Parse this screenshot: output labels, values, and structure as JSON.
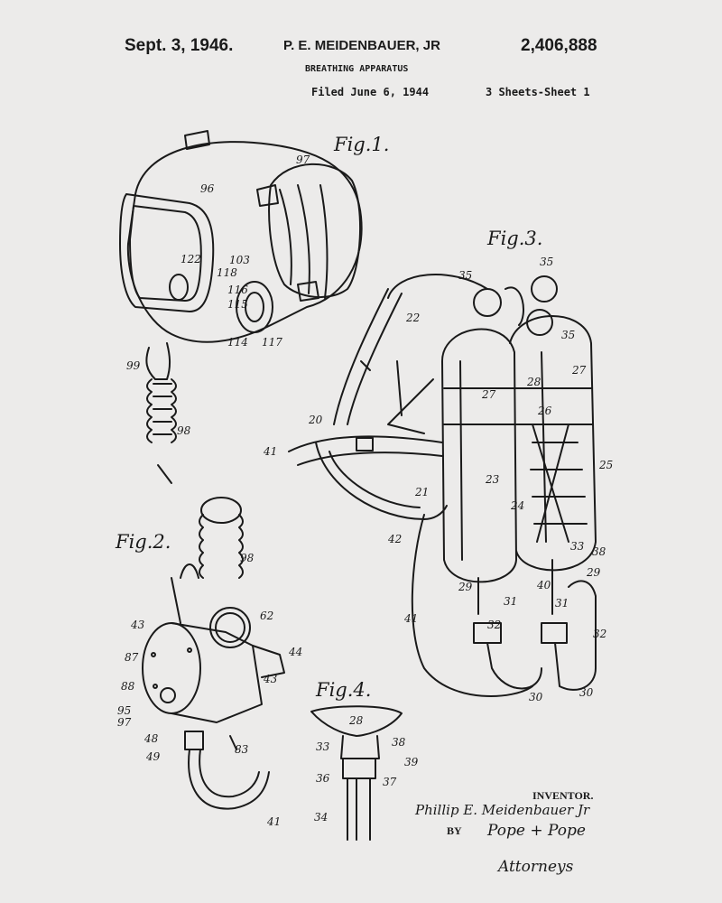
{
  "header": {
    "date": "Sept. 3, 1946.",
    "inventor": "P. E. MEIDENBAUER, JR",
    "patent_number": "2,406,888",
    "title": "BREATHING APPARATUS",
    "filed": "Filed June 6, 1944",
    "sheets": "3 Sheets-Sheet 1"
  },
  "figures": {
    "fig1": {
      "label": "Fig.1.",
      "numerals": [
        "97",
        "96",
        "122",
        "103",
        "118",
        "116",
        "115",
        "114",
        "117",
        "99",
        "98"
      ]
    },
    "fig2": {
      "label": "Fig.2.",
      "numerals": [
        "98",
        "62",
        "43",
        "87",
        "44",
        "88",
        "43",
        "95",
        "97",
        "48",
        "83",
        "49",
        "41"
      ]
    },
    "fig3": {
      "label": "Fig.3.",
      "numerals": [
        "35",
        "35",
        "35",
        "22",
        "27",
        "28",
        "27",
        "26",
        "25",
        "23",
        "24",
        "20",
        "41",
        "21",
        "42",
        "29",
        "31",
        "32",
        "33",
        "38",
        "29",
        "40",
        "31",
        "32",
        "30",
        "30",
        "41"
      ]
    },
    "fig4": {
      "label": "Fig.4.",
      "numerals": [
        "28",
        "33",
        "38",
        "39",
        "36",
        "37",
        "34"
      ]
    }
  },
  "footer": {
    "inventor_label": "INVENTOR.",
    "inventor_signature": "Phillip E. Meidenbauer Jr",
    "by": "BY",
    "attorney_signature": "Pope + Pope",
    "attorneys_label": "Attorneys"
  }
}
